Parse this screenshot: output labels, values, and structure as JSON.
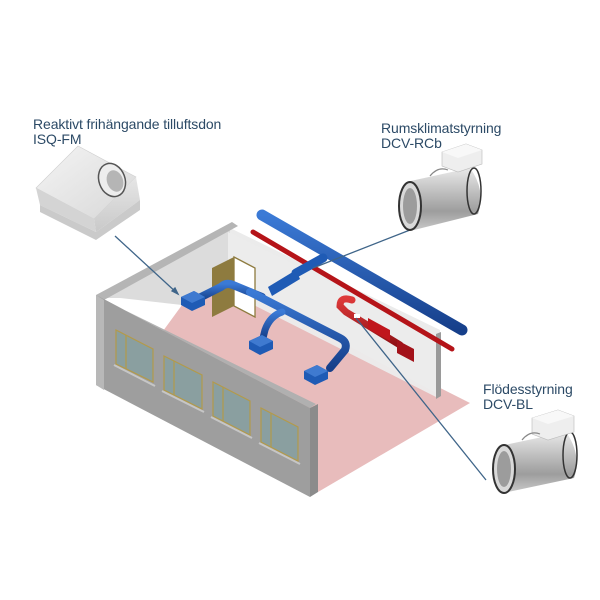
{
  "products": [
    {
      "id": "isq",
      "name": "Reaktivt frihängande tilluftsdon",
      "model": "ISQ-FM",
      "icon": "ceiling-diffuser-icon"
    },
    {
      "id": "rcb",
      "name": "Rumsklimatstyrning",
      "model": "DCV-RCb",
      "icon": "damper-unit-icon"
    },
    {
      "id": "bl",
      "name": "Flödesstyrning",
      "model": "DCV-BL",
      "icon": "damper-unit-icon"
    }
  ],
  "colors": {
    "label_text": "#2c4a66",
    "leader_line": "#3f6589",
    "supply_duct": "#1f5bb5",
    "exhaust_duct": "#c0161c",
    "floor": "#e8bcbc",
    "wall_exterior": "#9c9c9c",
    "wall_top": "#b5b5b5",
    "interior_wall": "#e9e9e9",
    "window_frame": "#b39a4a",
    "window_glass": "#8a9fa0",
    "door": "#8e7b3f"
  }
}
